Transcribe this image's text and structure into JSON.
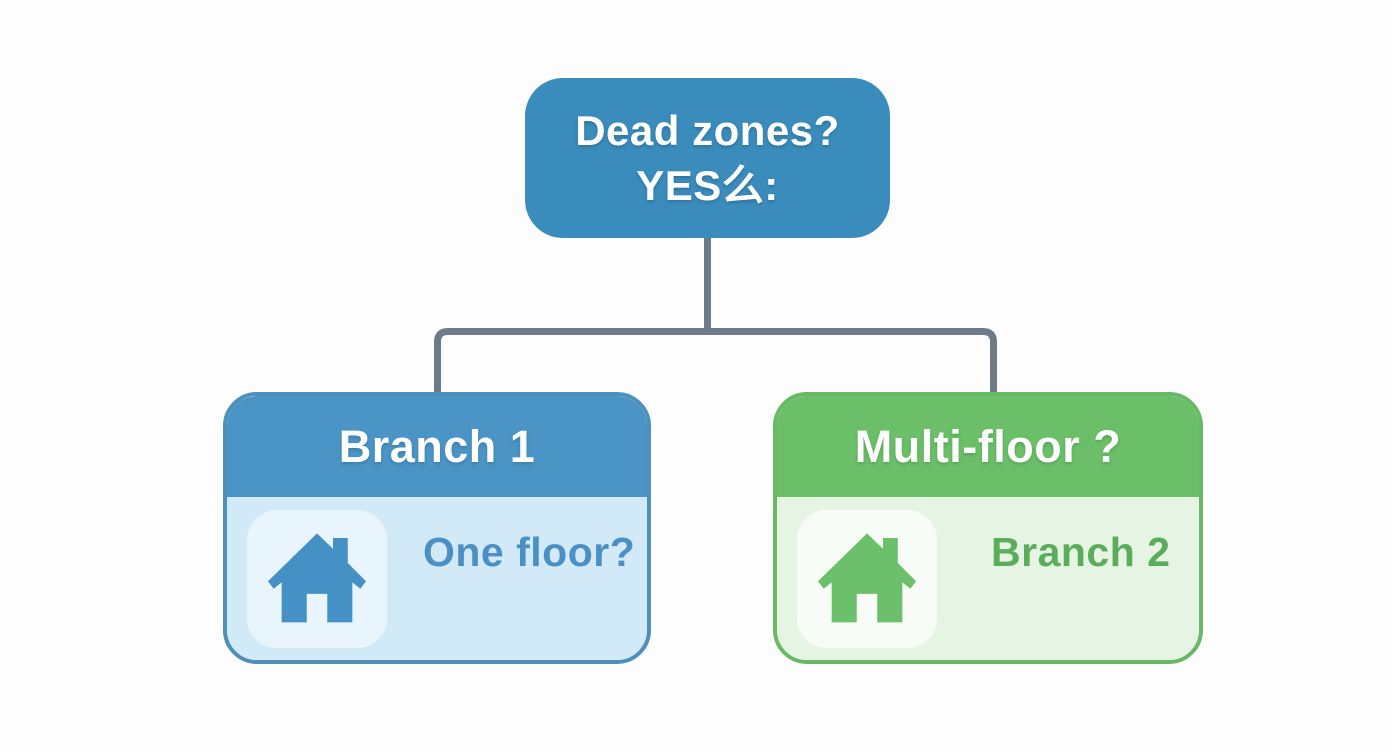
{
  "diagram": {
    "type": "flowchart-decision-tree",
    "root_node": {
      "line1": "Dead zones?",
      "line2": "YES么:"
    },
    "branch1": {
      "header": "Branch 1",
      "body_label": "One floor?",
      "icon": "house-icon"
    },
    "branch2": {
      "header": "Multi-floor ?",
      "body_label": "Branch 2",
      "icon": "house-icon"
    }
  },
  "colors": {
    "bg": "#fdfdfd",
    "connector": "#6d7a87",
    "root_bg": "#3a8cbd",
    "node_text": "#ffffff",
    "b1_header_bg": "#4a94c6",
    "b1_body_bg": "#d2e9f8",
    "b1_tile_bg": "#e9f5fd",
    "b1_icon": "#4591c6",
    "b1_border": "#4d90ba",
    "b1_label": "#4a90c4",
    "b2_header_bg": "#6abf68",
    "b2_body_bg": "#e6f5e3",
    "b2_tile_bg": "#f8fcf6",
    "b2_icon": "#6cbf6b",
    "b2_border": "#68b866",
    "b2_label": "#5bad5b"
  }
}
